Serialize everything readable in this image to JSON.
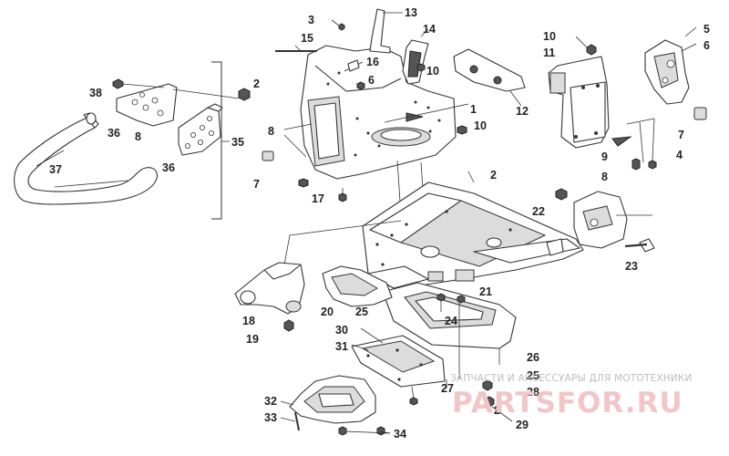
{
  "diagram": {
    "type": "exploded-parts-diagram",
    "callouts": [
      {
        "id": "c1",
        "label": "1"
      },
      {
        "id": "c2a",
        "label": "2"
      },
      {
        "id": "c2b",
        "label": "2"
      },
      {
        "id": "c2c",
        "label": "2"
      },
      {
        "id": "c3",
        "label": "3"
      },
      {
        "id": "c4",
        "label": "4"
      },
      {
        "id": "c5",
        "label": "5"
      },
      {
        "id": "c6a",
        "label": "6"
      },
      {
        "id": "c6b",
        "label": "6"
      },
      {
        "id": "c7a",
        "label": "7"
      },
      {
        "id": "c7b",
        "label": "7"
      },
      {
        "id": "c8a",
        "label": "8"
      },
      {
        "id": "c8b",
        "label": "8"
      },
      {
        "id": "c8c",
        "label": "8"
      },
      {
        "id": "c9",
        "label": "9"
      },
      {
        "id": "c10a",
        "label": "10"
      },
      {
        "id": "c10b",
        "label": "10"
      },
      {
        "id": "c10c",
        "label": "10"
      },
      {
        "id": "c11",
        "label": "11"
      },
      {
        "id": "c12",
        "label": "12"
      },
      {
        "id": "c13",
        "label": "13"
      },
      {
        "id": "c14",
        "label": "14"
      },
      {
        "id": "c15",
        "label": "15"
      },
      {
        "id": "c16",
        "label": "16"
      },
      {
        "id": "c17",
        "label": "17"
      },
      {
        "id": "c18",
        "label": "18"
      },
      {
        "id": "c19",
        "label": "19"
      },
      {
        "id": "c20",
        "label": "20"
      },
      {
        "id": "c21",
        "label": "21"
      },
      {
        "id": "c22",
        "label": "22"
      },
      {
        "id": "c23",
        "label": "23"
      },
      {
        "id": "c24",
        "label": "24"
      },
      {
        "id": "c25a",
        "label": "25"
      },
      {
        "id": "c25b",
        "label": "25"
      },
      {
        "id": "c26",
        "label": "26"
      },
      {
        "id": "c27",
        "label": "27"
      },
      {
        "id": "c28",
        "label": "28"
      },
      {
        "id": "c29",
        "label": "29"
      },
      {
        "id": "c30",
        "label": "30"
      },
      {
        "id": "c31",
        "label": "31"
      },
      {
        "id": "c32",
        "label": "32"
      },
      {
        "id": "c33",
        "label": "33"
      },
      {
        "id": "c34",
        "label": "34"
      },
      {
        "id": "c35",
        "label": "35"
      },
      {
        "id": "c36a",
        "label": "36"
      },
      {
        "id": "c36b",
        "label": "36"
      },
      {
        "id": "c37",
        "label": "37"
      },
      {
        "id": "c38",
        "label": "38"
      }
    ]
  },
  "watermark": {
    "tagline": "ЗАПЧАСТИ И АКСЕССУАРЫ ДЛЯ МОТОТЕХНИКИ",
    "logo": "PARTSFOR.RU"
  }
}
